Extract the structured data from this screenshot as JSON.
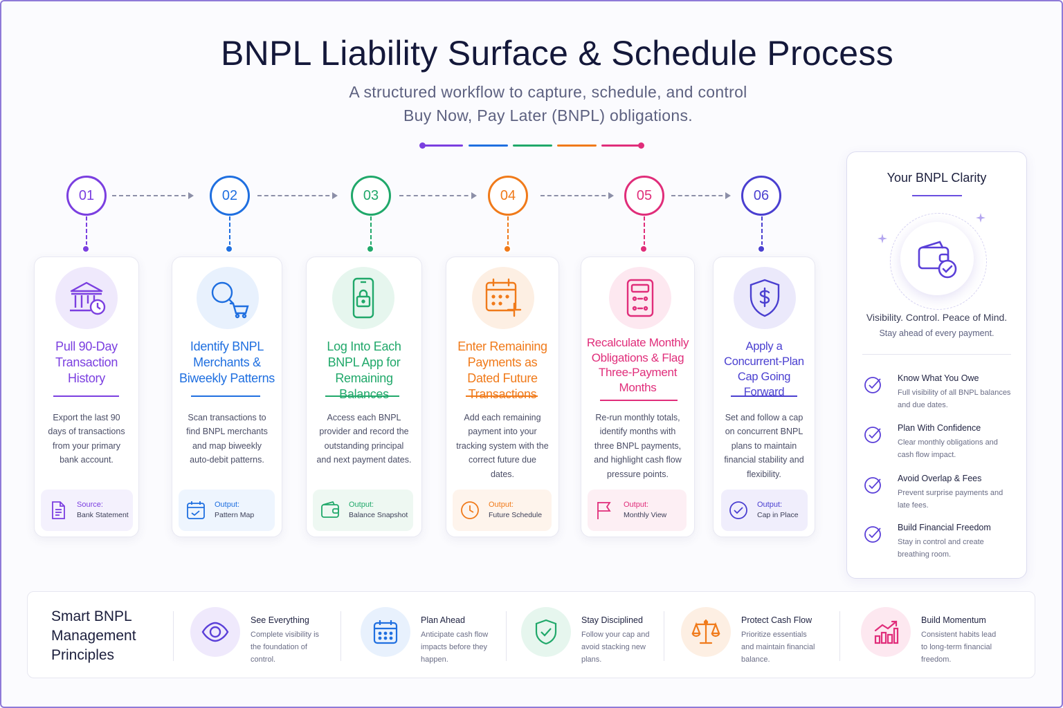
{
  "header": {
    "title": "BNPL Liability Surface & Schedule Process",
    "subtitle_line1": "A structured workflow to capture, schedule, and control",
    "subtitle_line2": "Buy Now, Pay Later (BNPL) obligations."
  },
  "colors": {
    "purple": "#7b3fe0",
    "blue": "#1f6fe0",
    "green": "#20a86a",
    "orange": "#f07a1a",
    "pink": "#e02d7a",
    "indigo": "#4a3fd0"
  },
  "steps": [
    {
      "number": "01",
      "title": "Pull 90-Day Transaction History",
      "description": "Export the last 90 days of transactions from your primary bank account.",
      "output_label": "Source:",
      "output_value": "Bank Statement",
      "icon": "bank-clock-icon",
      "output_icon": "document-icon"
    },
    {
      "number": "02",
      "title": "Identify BNPL Merchants & Biweekly Patterns",
      "description": "Scan transactions to find BNPL merchants and map biweekly auto-debit patterns.",
      "output_label": "Output:",
      "output_value": "Pattern Map",
      "icon": "search-cart-icon",
      "output_icon": "calendar-check-icon"
    },
    {
      "number": "03",
      "title": "Log Into Each BNPL App for Remaining Balances",
      "description": "Access each BNPL provider and record the outstanding principal and next payment dates.",
      "output_label": "Output:",
      "output_value": "Balance Snapshot",
      "icon": "phone-lock-icon",
      "output_icon": "wallet-icon"
    },
    {
      "number": "04",
      "title": "Enter Remaining Payments as Dated Future Transactions",
      "description": "Add each remaining payment into your tracking system with the correct future due dates.",
      "output_label": "Output:",
      "output_value": "Future Schedule",
      "icon": "calendar-plus-icon",
      "output_icon": "clock-icon"
    },
    {
      "number": "05",
      "title": "Recalculate Monthly Obligations & Flag Three-Payment Months",
      "description": "Re-run monthly totals, identify months with three BNPL payments, and highlight cash flow pressure points.",
      "output_label": "Output:",
      "output_value": "Monthly View",
      "icon": "calculator-icon",
      "output_icon": "flag-icon"
    },
    {
      "number": "06",
      "title": "Apply a Concurrent-Plan Cap Going Forward",
      "description": "Set and follow a cap on concurrent BNPL plans to maintain financial stability and flexibility.",
      "output_label": "Output:",
      "output_value": "Cap in Place",
      "icon": "shield-dollar-icon",
      "output_icon": "check-circle-icon"
    }
  ],
  "panel": {
    "title": "Your BNPL Clarity",
    "tagline": "Visibility. Control. Peace of Mind.",
    "tagline2": "Stay ahead of every payment.",
    "icon": "wallet-check-icon",
    "benefits": [
      {
        "title": "Know What You Owe",
        "description": "Full visibility of all BNPL balances and due dates."
      },
      {
        "title": "Plan With Confidence",
        "description": "Clear monthly obligations and cash flow impact."
      },
      {
        "title": "Avoid Overlap & Fees",
        "description": "Prevent surprise payments and late fees."
      },
      {
        "title": "Build Financial Freedom",
        "description": "Stay in control and create breathing room."
      }
    ]
  },
  "principles": {
    "heading": "Smart BNPL Management Principles",
    "items": [
      {
        "title": "See Everything",
        "description": "Complete visibility is the foundation of control.",
        "icon": "eye-icon"
      },
      {
        "title": "Plan Ahead",
        "description": "Anticipate cash flow impacts before they happen.",
        "icon": "calendar-icon"
      },
      {
        "title": "Stay Disciplined",
        "description": "Follow your cap and avoid stacking new plans.",
        "icon": "shield-check-icon"
      },
      {
        "title": "Protect Cash Flow",
        "description": "Prioritize essentials and maintain financial balance.",
        "icon": "scales-icon"
      },
      {
        "title": "Build Momentum",
        "description": "Consistent habits lead to long-term financial freedom.",
        "icon": "growth-chart-icon"
      }
    ]
  }
}
